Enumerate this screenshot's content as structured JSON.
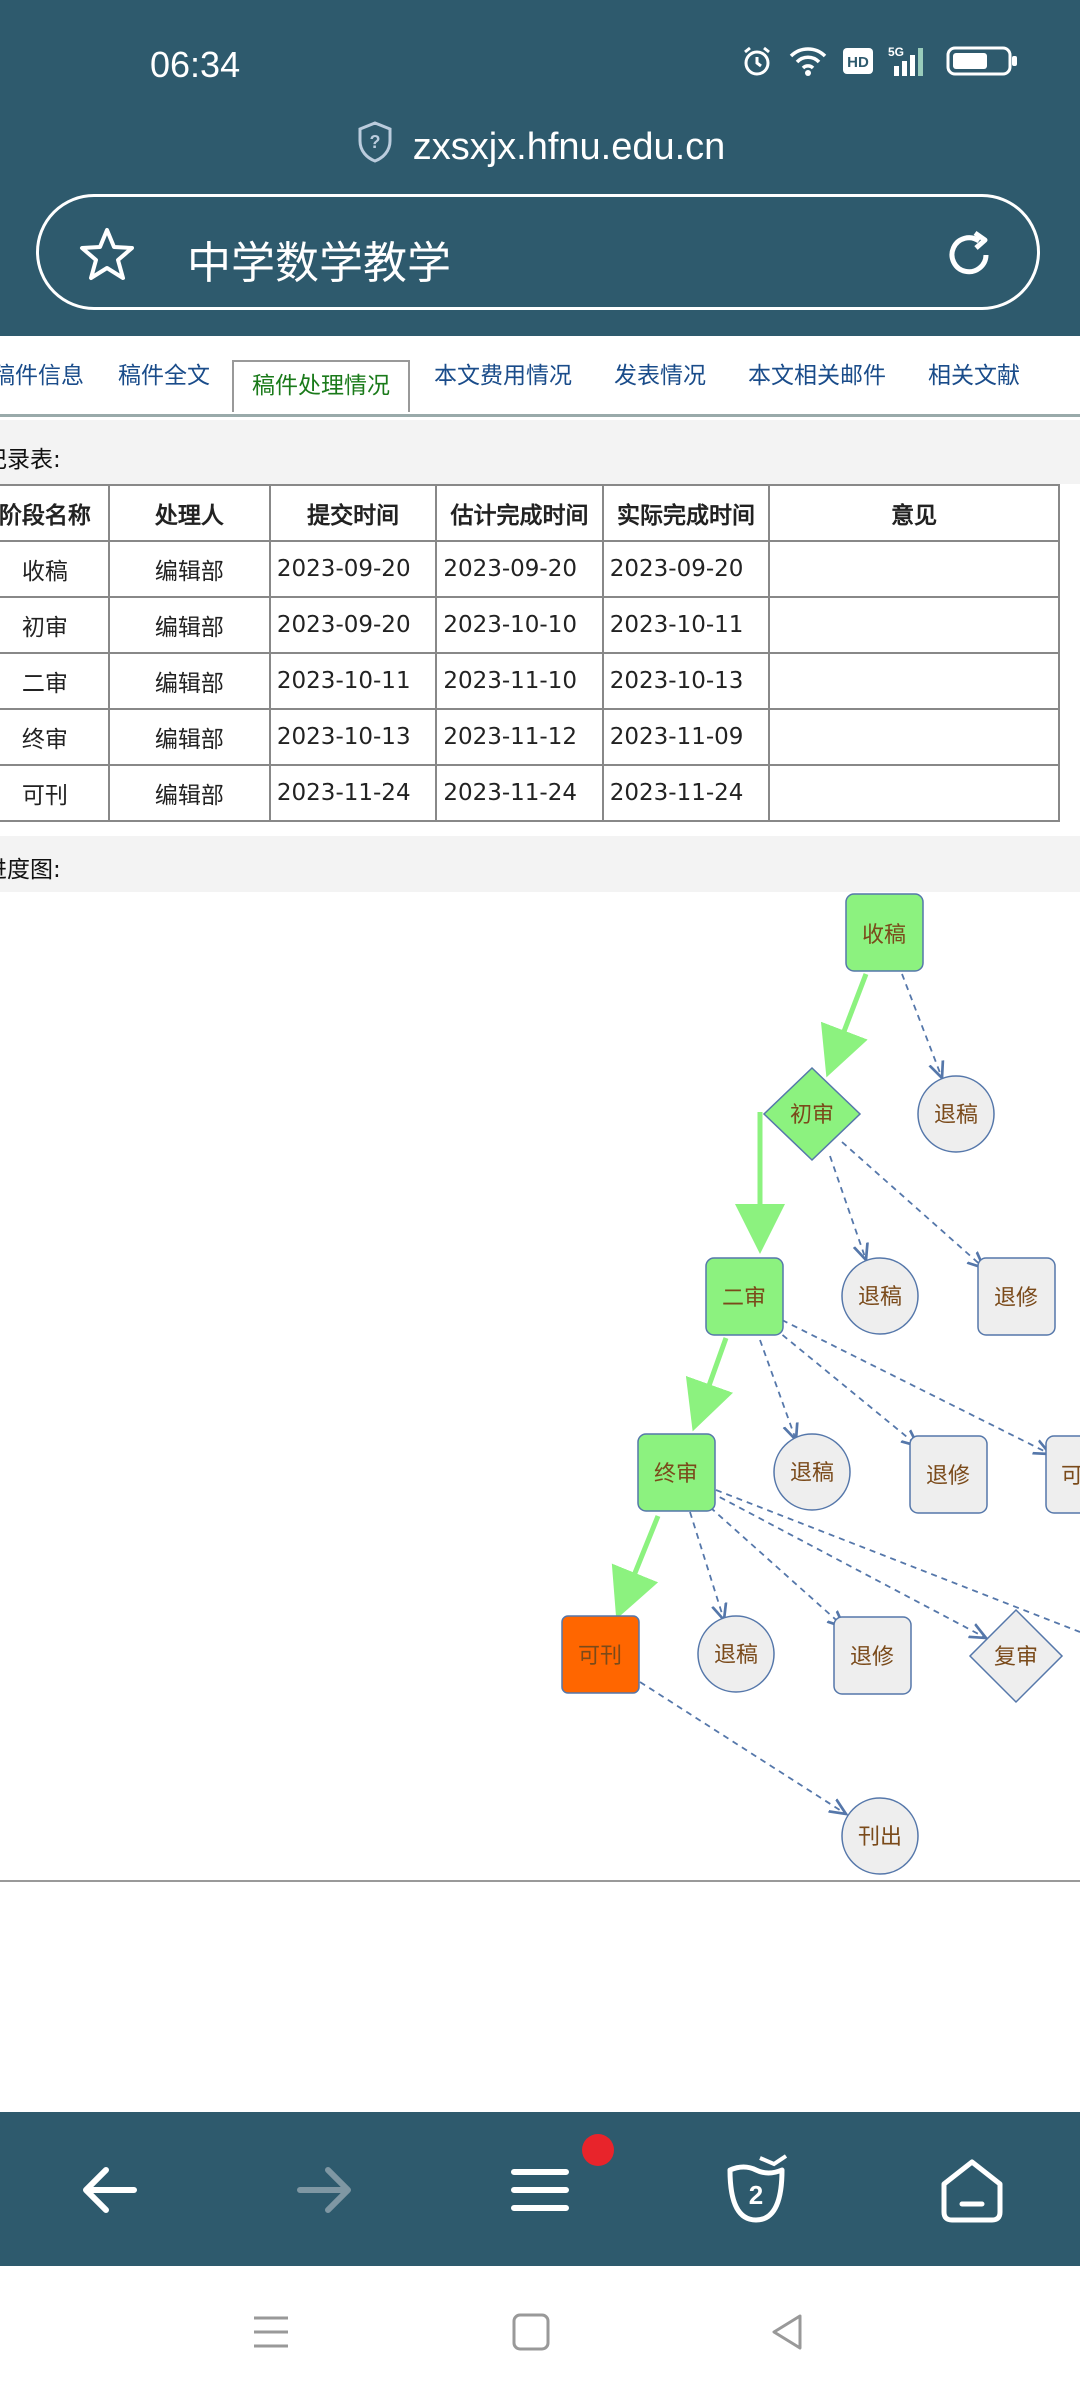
{
  "status_bar": {
    "time": "06:34"
  },
  "browser": {
    "url": "zxsxjx.hfnu.edu.cn",
    "page_title": "中学数学教学"
  },
  "tabs": [
    {
      "label": "稿件信息"
    },
    {
      "label": "稿件全文"
    },
    {
      "label": "稿件处理情况"
    },
    {
      "label": "本文费用情况"
    },
    {
      "label": "发表情况"
    },
    {
      "label": "本文相关邮件"
    },
    {
      "label": "相关文献"
    }
  ],
  "record_table": {
    "label": "记录表:",
    "headers": [
      "阶段名称",
      "处理人",
      "提交时间",
      "估计完成时间",
      "实际完成时间",
      "意见"
    ],
    "rows": [
      [
        "收稿",
        "编辑部",
        "2023-09-20",
        "2023-09-20",
        "2023-09-20",
        ""
      ],
      [
        "初审",
        "编辑部",
        "2023-09-20",
        "2023-10-10",
        "2023-10-11",
        ""
      ],
      [
        "二审",
        "编辑部",
        "2023-10-11",
        "2023-11-10",
        "2023-10-13",
        ""
      ],
      [
        "终审",
        "编辑部",
        "2023-10-13",
        "2023-11-12",
        "2023-11-09",
        ""
      ],
      [
        "可刊",
        "编辑部",
        "2023-11-24",
        "2023-11-24",
        "2023-11-24",
        ""
      ]
    ]
  },
  "progress_chart": {
    "label": "进度图:",
    "nodes": {
      "shougao": "收稿",
      "chushen": "初审",
      "ershen": "二审",
      "zhongshen": "终审",
      "kekan": "可刊",
      "tuigao1": "退稿",
      "tuigao2": "退稿",
      "tuixiu2": "退修",
      "tuigao3": "退稿",
      "tuixiu3": "退修",
      "cut3": "可",
      "tuigao4": "退稿",
      "tuixiu4": "退修",
      "fushen4": "复审",
      "kanchu": "刊出"
    }
  },
  "nav": {
    "tab_count": "2"
  },
  "colors": {
    "header_bg": "#2e5a6d",
    "done_node": "#8cf27f",
    "current_node": "#ff6600",
    "pending_node": "#eeeeee",
    "badge": "#e8242b"
  }
}
